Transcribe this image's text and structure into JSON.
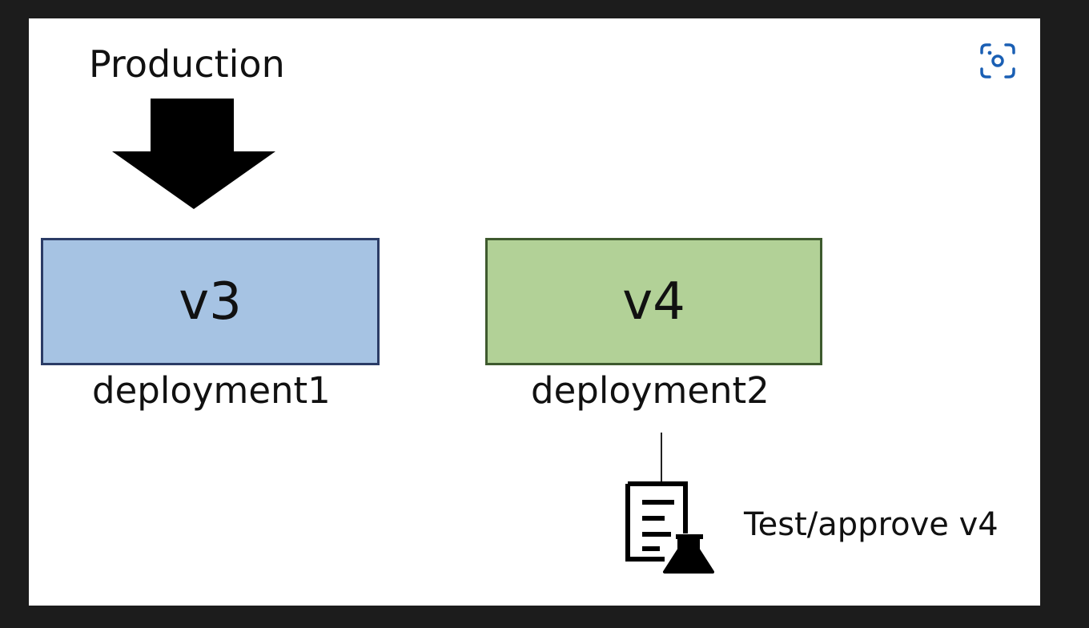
{
  "diagram": {
    "production_label": "Production",
    "deployment1": {
      "version": "v3",
      "name": "deployment1",
      "fill_color": "#a6c3e3"
    },
    "deployment2": {
      "version": "v4",
      "name": "deployment2",
      "fill_color": "#b2d197"
    },
    "test_label": "Test/approve v4"
  },
  "icons": {
    "traffic_arrow": "down-arrow-icon",
    "test": "lab-report-icon",
    "screenshot_tool": "visual-search-icon"
  },
  "colors": {
    "accent": "#1a5fb4",
    "frame_background": "#1c1c1c"
  }
}
